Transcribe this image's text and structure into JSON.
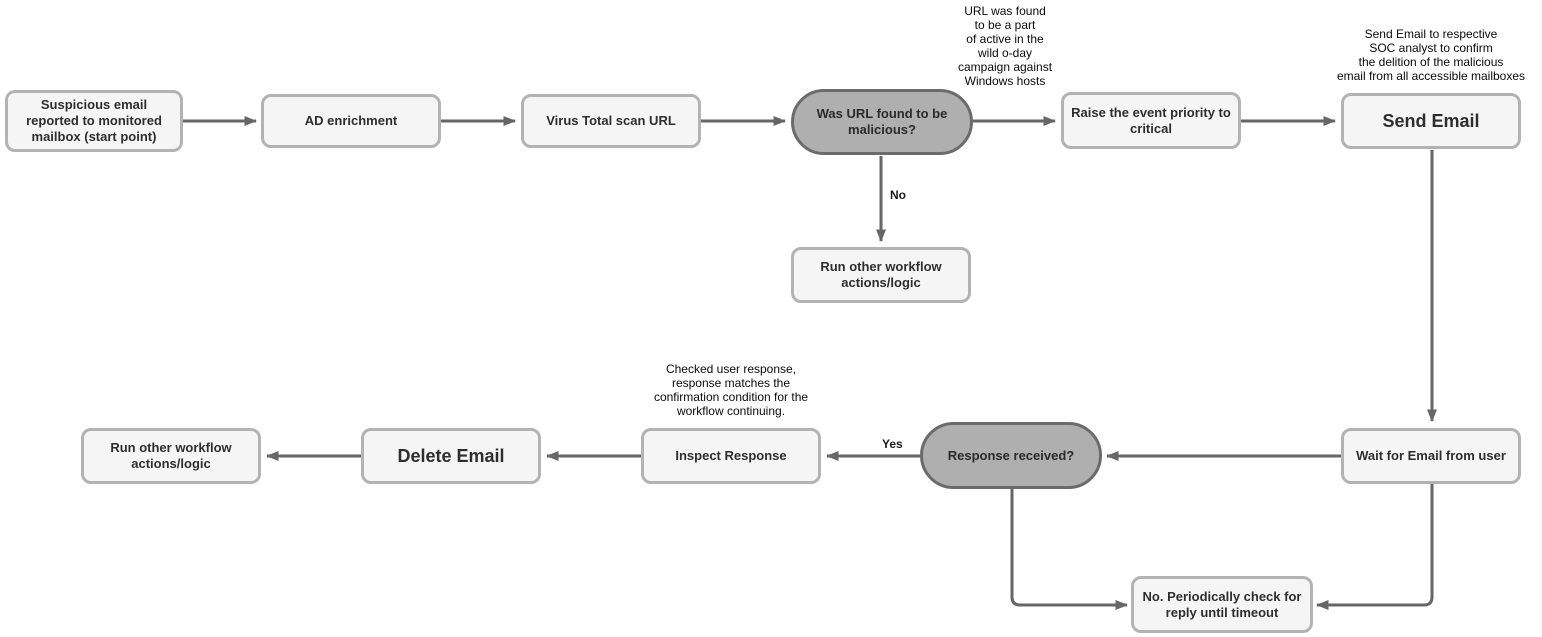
{
  "diagram": {
    "type": "flowchart",
    "nodes": [
      {
        "id": "start",
        "type": "process",
        "label": "Suspicious email\nreported to monitored\nmailbox (start point)"
      },
      {
        "id": "ad",
        "type": "process",
        "label": "AD enrichment"
      },
      {
        "id": "virustotal",
        "type": "process",
        "label": "Virus Total scan URL"
      },
      {
        "id": "decision-url-malicious",
        "type": "decision",
        "label": "Was URL found to be\nmalicious?"
      },
      {
        "id": "raise-priority",
        "type": "process",
        "label": "Raise the event priority to\ncritical"
      },
      {
        "id": "send-email",
        "type": "process",
        "label": "Send Email"
      },
      {
        "id": "run-other-1",
        "type": "process",
        "label": "Run other workflow\nactions/logic"
      },
      {
        "id": "run-other-2",
        "type": "process",
        "label": "Run other workflow\nactions/logic"
      },
      {
        "id": "delete-email",
        "type": "process",
        "label": "Delete Email"
      },
      {
        "id": "inspect-response",
        "type": "process",
        "label": "Inspect Response"
      },
      {
        "id": "decision-response-received",
        "type": "decision",
        "label": "Response received?"
      },
      {
        "id": "wait-email",
        "type": "process",
        "label": "Wait for Email from user"
      },
      {
        "id": "periodic-check",
        "type": "process",
        "label": "No. Periodically check for\nreply until timeout"
      }
    ],
    "annotations": [
      {
        "id": "ann-campaign",
        "text": "URL was found\nto be a part\nof active in the\nwild o-day\ncampaign against\nWindows hosts"
      },
      {
        "id": "ann-send-email",
        "text": "Send Email to respective\nSOC analyst to confirm\nthe delition of the malicious\nemail from all accessible mailboxes"
      },
      {
        "id": "ann-checked-response",
        "text": "Checked user response,\nresponse matches the\nconfirmation condition for the\nworkflow continuing."
      }
    ],
    "edge_labels": {
      "no": "No",
      "yes": "Yes"
    },
    "edges": [
      {
        "from": "start",
        "to": "ad",
        "label": ""
      },
      {
        "from": "ad",
        "to": "virustotal",
        "label": ""
      },
      {
        "from": "virustotal",
        "to": "decision-url-malicious",
        "label": ""
      },
      {
        "from": "decision-url-malicious",
        "to": "raise-priority",
        "label": ""
      },
      {
        "from": "raise-priority",
        "to": "send-email",
        "label": ""
      },
      {
        "from": "decision-url-malicious",
        "to": "run-other-1",
        "label": "No"
      },
      {
        "from": "send-email",
        "to": "wait-email",
        "label": ""
      },
      {
        "from": "wait-email",
        "to": "decision-response-received",
        "label": ""
      },
      {
        "from": "decision-response-received",
        "to": "inspect-response",
        "label": "Yes"
      },
      {
        "from": "inspect-response",
        "to": "delete-email",
        "label": ""
      },
      {
        "from": "delete-email",
        "to": "run-other-2",
        "label": ""
      },
      {
        "from": "decision-response-received",
        "to": "periodic-check",
        "label": ""
      },
      {
        "from": "wait-email",
        "to": "periodic-check",
        "label": ""
      }
    ],
    "colors": {
      "background": "#ffffff",
      "process_fill": "#f5f5f5",
      "process_border": "#b3b3b3",
      "decision_fill": "#afafaf",
      "decision_border": "#6b6b6b",
      "arrow": "#666666",
      "node_text": "#2e2e2e",
      "annotation_text": "#0a0a0a"
    }
  }
}
